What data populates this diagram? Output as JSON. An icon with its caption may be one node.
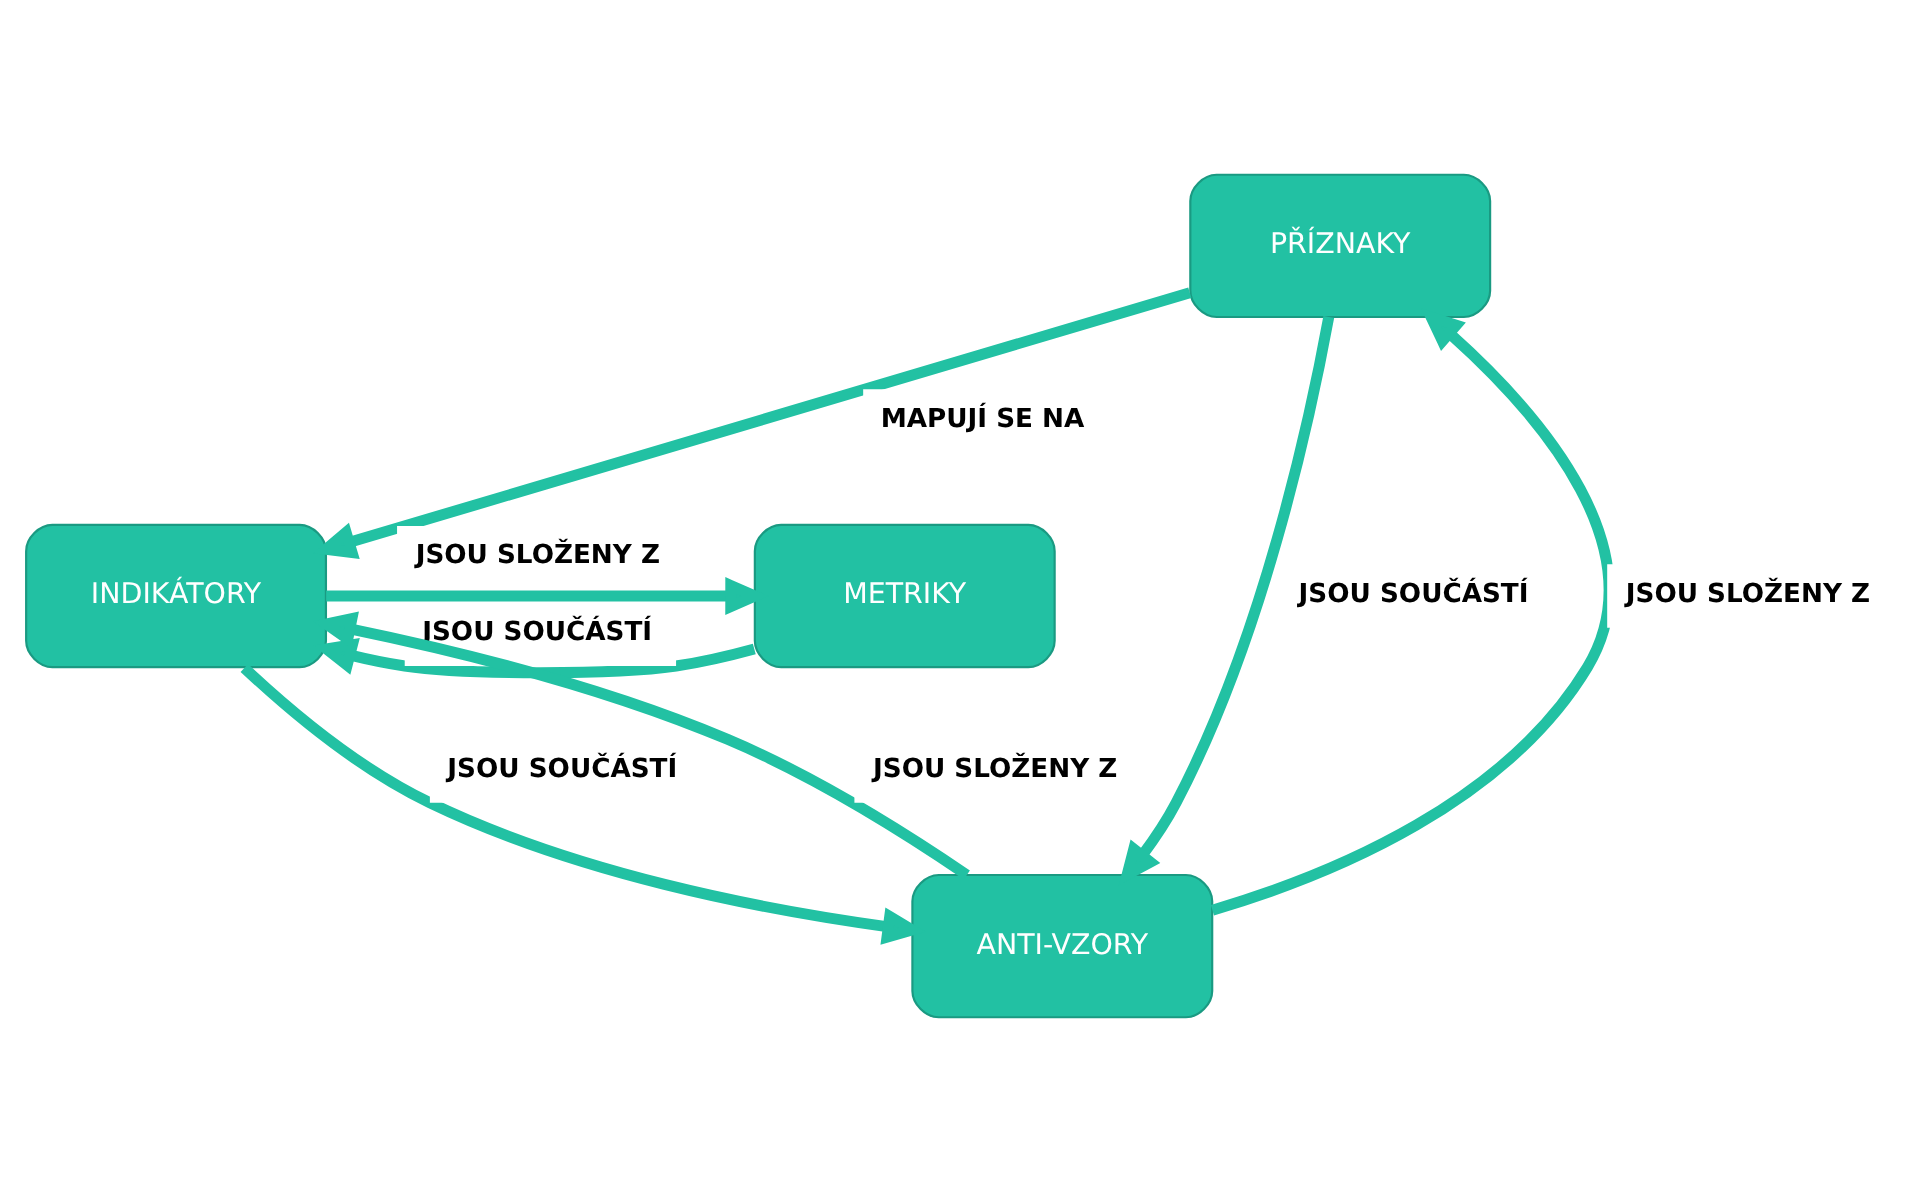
{
  "diagram": {
    "nodes": [
      {
        "text": [
          "PŘÍZNAKY"
        ]
      },
      {
        "text": [
          "INDIKÁTORY"
        ]
      },
      {
        "text": [
          "METRIKY"
        ]
      },
      {
        "text": [
          "ANTI-VZORY"
        ]
      }
    ],
    "edges": [
      {
        "from": 0,
        "to": 1,
        "arrow": "to",
        "label": "MAPUJÍ SE NA"
      },
      {
        "from": 1,
        "to": 2,
        "arrow": "to",
        "label": "JSOU SLOŽENY Z"
      },
      {
        "from": 2,
        "to": 1,
        "arrow": "to",
        "label": "JSOU SOUČÁSTÍ"
      },
      {
        "from": 1,
        "to": 3,
        "arrow": "to",
        "label": "JSOU SOUČÁSTÍ"
      },
      {
        "from": 3,
        "to": 1,
        "arrow": "to",
        "label": "JSOU SLOŽENY Z"
      },
      {
        "from": 0,
        "to": 3,
        "arrow": "to",
        "label": "JSOU SOUČÁSTÍ"
      },
      {
        "from": 3,
        "to": 0,
        "arrow": "to",
        "label": "JSOU SLOŽENY Z"
      }
    ]
  }
}
